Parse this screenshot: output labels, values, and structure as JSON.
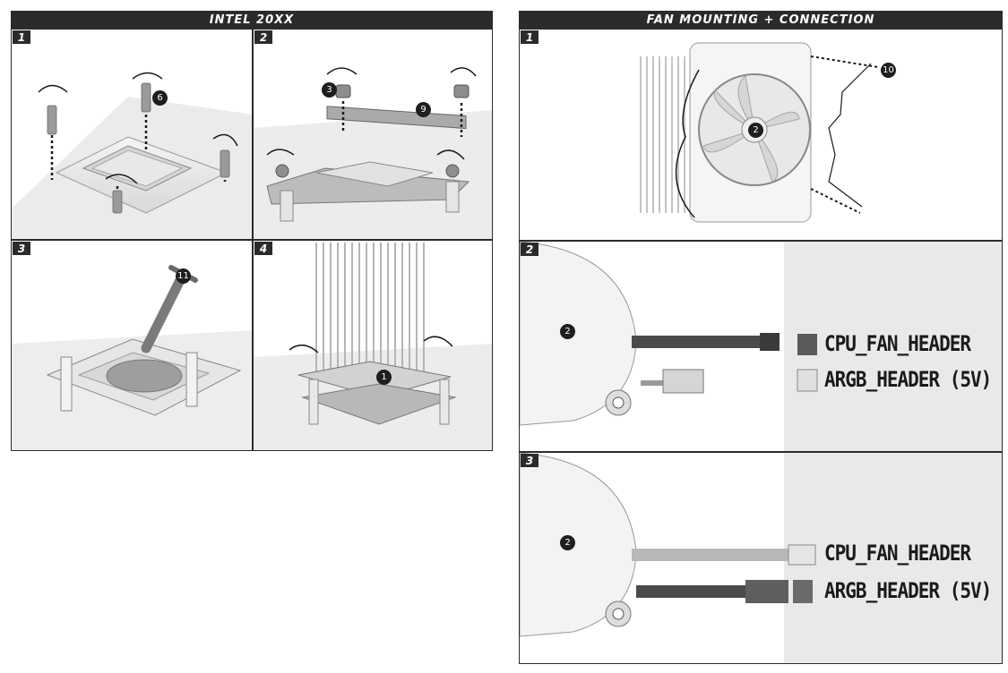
{
  "left_section": {
    "title": "INTEL 20XX",
    "steps": [
      {
        "number": "1",
        "callouts": [
          "6"
        ]
      },
      {
        "number": "2",
        "callouts": [
          "3",
          "9"
        ]
      },
      {
        "number": "3",
        "callouts": [
          "11"
        ]
      },
      {
        "number": "4",
        "callouts": [
          "1"
        ]
      }
    ]
  },
  "right_section": {
    "title": "FAN MOUNTING + CONNECTION",
    "steps": [
      {
        "number": "1",
        "callouts": [
          "2",
          "10"
        ]
      },
      {
        "number": "2",
        "callouts": [
          "2"
        ],
        "labels": [
          "CPU_FAN_HEADER",
          "ARGB_HEADER (5V)"
        ]
      },
      {
        "number": "3",
        "callouts": [
          "2"
        ],
        "labels": [
          "CPU_FAN_HEADER",
          "ARGB_HEADER (5V)"
        ]
      }
    ]
  }
}
